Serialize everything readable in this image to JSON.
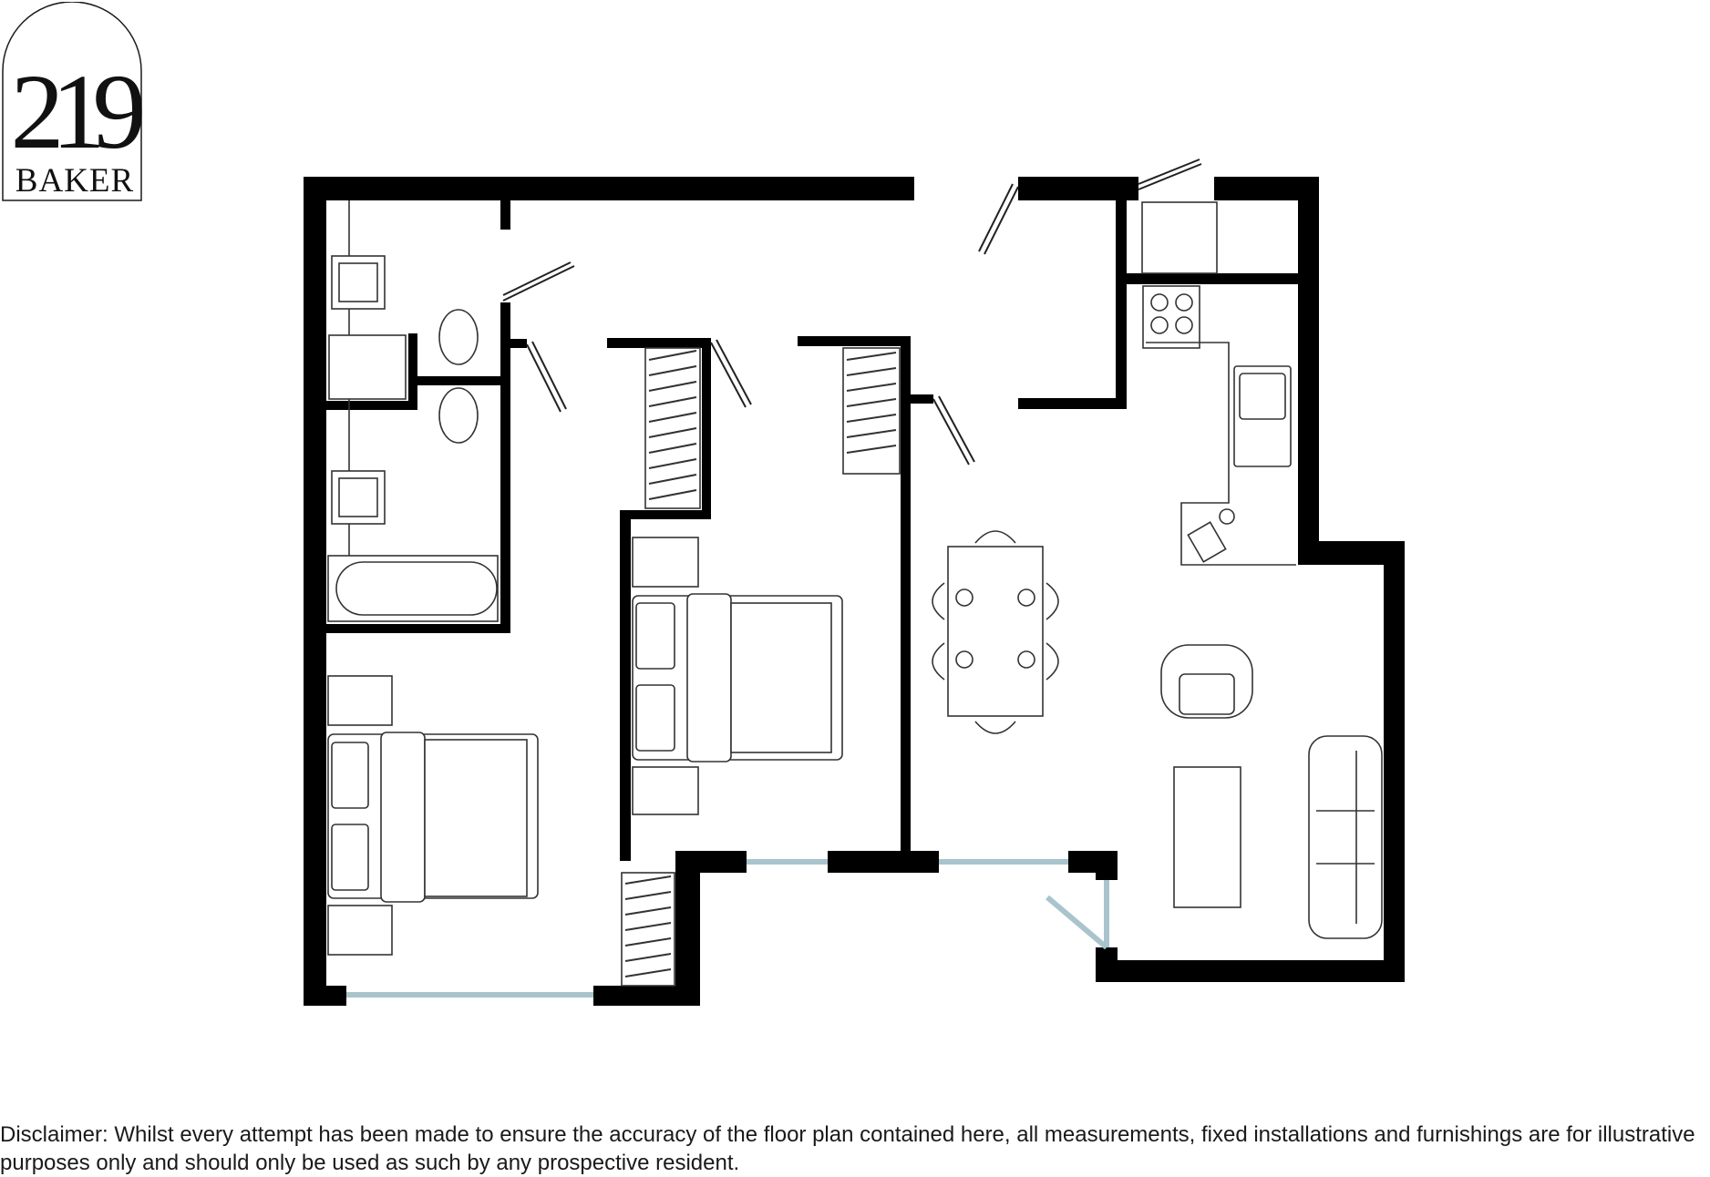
{
  "logo": {
    "number": "219",
    "name": "BAKER"
  },
  "colors": {
    "wall": "#000000",
    "window": "#a9c4cc",
    "fixture_stroke": "#333333"
  },
  "disclaimer": "Disclaimer: Whilst every attempt has been made to ensure the accuracy of the floor plan contained here, all measurements, fixed installations and furnishings are for illustrative purposes only and should only be used as such by any prospective resident."
}
